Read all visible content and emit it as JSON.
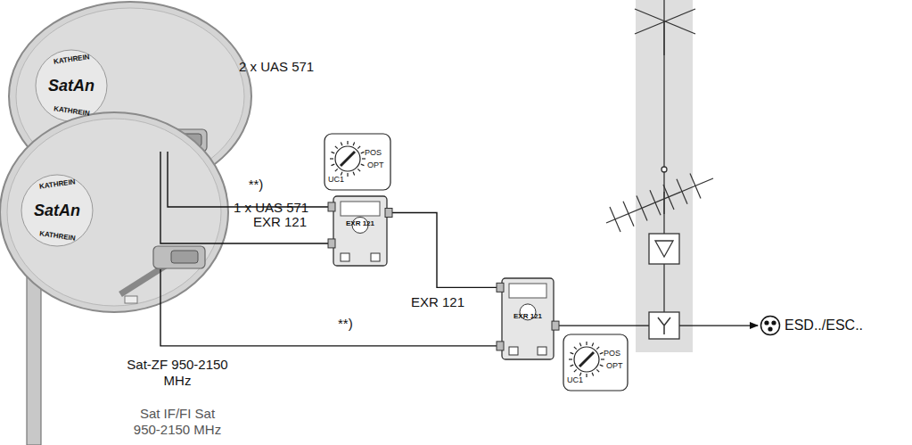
{
  "diagram": {
    "nodes": [
      {
        "text": [
          "2 x UAS 571"
        ]
      },
      {
        "text": [
          "1 x UAS 571"
        ]
      },
      {
        "text": [
          "EXR 121"
        ]
      },
      {
        "text": [
          "EXR 121"
        ]
      },
      {
        "text": [
          "ESD../ESC.."
        ]
      }
    ],
    "edges": [
      {
        "from": 0,
        "to": 2,
        "label": "**)",
        "arrow": "none"
      },
      {
        "from": 0,
        "to": 2,
        "arrow": "none"
      },
      {
        "from": 2,
        "to": 3,
        "arrow": "none"
      },
      {
        "from": 1,
        "to": 3,
        "label": "**)",
        "arrow": "none"
      },
      {
        "from": 3,
        "to": 4,
        "arrow": "to"
      }
    ],
    "labels": [
      "SatAn",
      "KATHREIN",
      "KATHREIN",
      "SatAn",
      "KATHREIN",
      "KATHREIN",
      "EXR 121",
      "EXR 121",
      "POS",
      "OPT",
      "UC1",
      "POS",
      "OPT",
      "UC1",
      "Sat-ZF 950-2150 MHz",
      "Sat IF/FI Sat 950-2150 MHz"
    ]
  }
}
